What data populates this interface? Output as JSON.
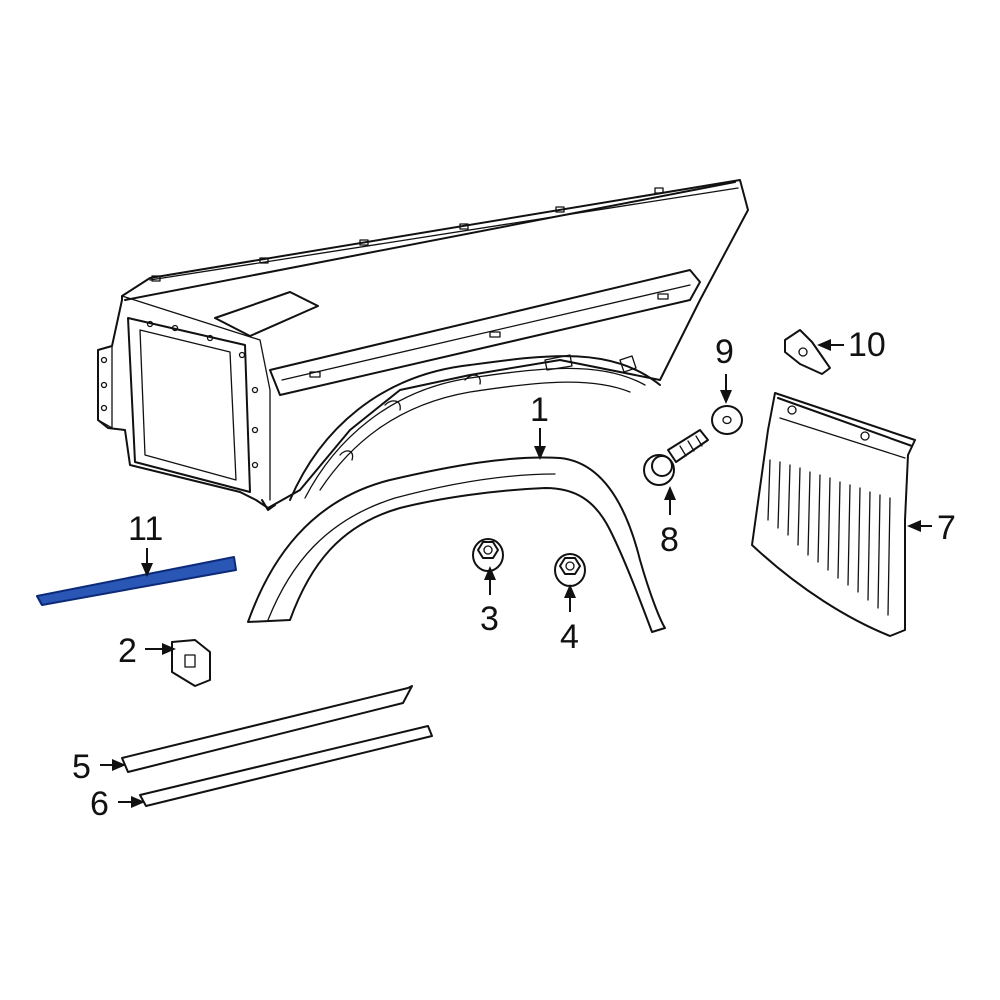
{
  "callouts": [
    {
      "id": "1",
      "label": "1"
    },
    {
      "id": "2",
      "label": "2"
    },
    {
      "id": "3",
      "label": "3"
    },
    {
      "id": "4",
      "label": "4"
    },
    {
      "id": "5",
      "label": "5"
    },
    {
      "id": "6",
      "label": "6"
    },
    {
      "id": "7",
      "label": "7"
    },
    {
      "id": "8",
      "label": "8"
    },
    {
      "id": "9",
      "label": "9"
    },
    {
      "id": "10",
      "label": "10"
    },
    {
      "id": "11",
      "label": "11"
    }
  ],
  "colors": {
    "line": "#111111",
    "highlight_fill": "#2a56b5",
    "highlight_stroke": "#0c2a78",
    "background": "#ffffff"
  },
  "highlighted_part": "11"
}
